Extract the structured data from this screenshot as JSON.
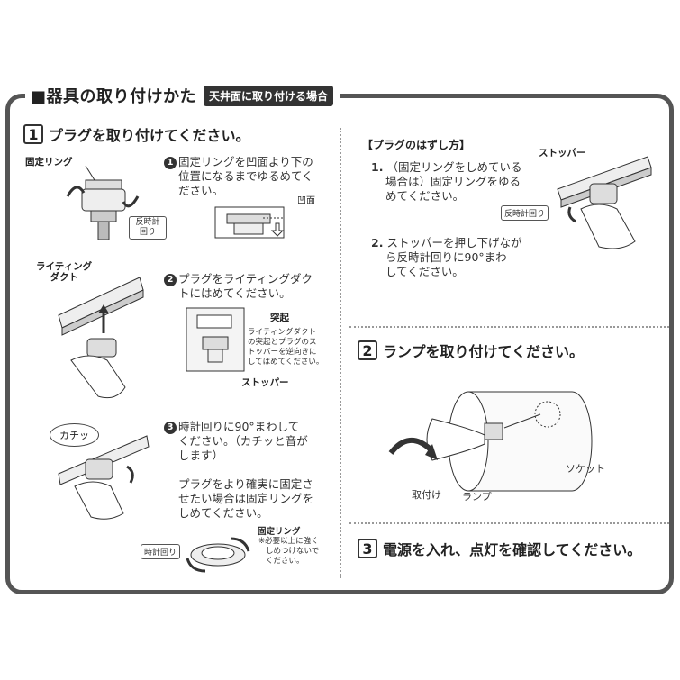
{
  "header": {
    "title": "■器具の取り付けかた",
    "badge": "天井面に取り付ける場合"
  },
  "step1": {
    "num": "1",
    "title": "プラグを取り付けてください。",
    "label_ring": "固定リング",
    "label_ccw": "反時計回り",
    "sub1_num": "1",
    "sub1_text": [
      "固定リングを凹面より下の",
      "位置になるまでゆるめてく",
      "ださい。"
    ],
    "label_hekomen": "凹面",
    "label_duct": [
      "ライティング",
      "ダクト"
    ],
    "sub2_num": "2",
    "sub2_text": [
      "プラグをライティングダク",
      "トにはめてください。"
    ],
    "label_tokki": "突起",
    "note2": [
      "ライティングダクト",
      "の突起とプラグのス",
      "トッパーを逆向きに",
      "してはめてください。"
    ],
    "label_stopper": "ストッパー",
    "bubble": "カチッ",
    "sub3_num": "3",
    "sub3_text": [
      "時計回りに90°まわして",
      "ください。（カチッと音が",
      "します）"
    ],
    "sub3_text2": [
      "プラグをより確実に固定さ",
      "せたい場合は固定リングを",
      "しめてください。"
    ],
    "label_ring2": "固定リング",
    "label_cw": "時計回り",
    "note3": [
      "※必要以上に強く",
      "しめつけないで",
      "ください。"
    ]
  },
  "remove": {
    "title": "【プラグのはずし方】",
    "label_stopper": "ストッパー",
    "item1_num": "1.",
    "item1_text": [
      "（固定リングをしめている",
      "場合は）固定リングをゆる",
      "めてください。"
    ],
    "label_ccw": "反時計回り",
    "item2_num": "2.",
    "item2_text": [
      "ストッパーを押し下げなが",
      "ら反時計回りに90°まわ",
      "してください。"
    ]
  },
  "step2": {
    "num": "2",
    "title": "ランプを取り付けてください。",
    "label_socket": "ソケット",
    "label_attach": "取付け",
    "label_lamp": "ランプ"
  },
  "step3": {
    "num": "3",
    "title": "電源を入れ、点灯を確認してください。"
  }
}
